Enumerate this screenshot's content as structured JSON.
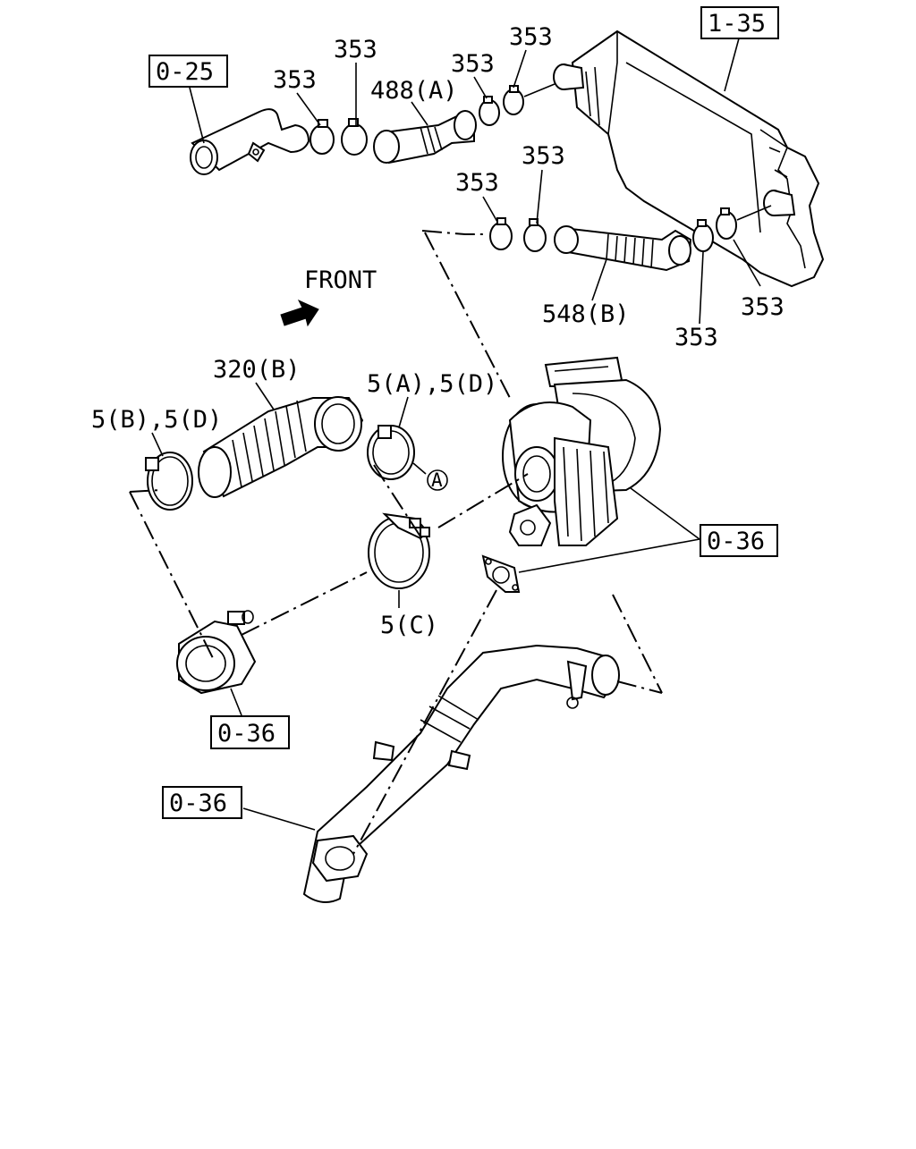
{
  "diagram": {
    "reference_boxes": {
      "top_left": "0-25",
      "top_right": "1-35",
      "mid_right": "0-36",
      "bottom_left": "0-36",
      "lower_left": "0-36"
    },
    "labels": {
      "clamp_a": "353",
      "clamp_b": "353",
      "clamp_c": "353",
      "clamp_d": "353",
      "clamp_e": "353",
      "clamp_f": "353",
      "clamp_g": "353",
      "clamp_h": "353",
      "hose_upper": "488(A)",
      "hose_lower": "548(B)",
      "hose_main": "320(B)",
      "clamp_5ad": "5(A),5(D)",
      "clamp_5bd": "5(B),5(D)",
      "clamp_5c": "5(C)",
      "callout_a": "A",
      "direction": "FRONT"
    }
  }
}
